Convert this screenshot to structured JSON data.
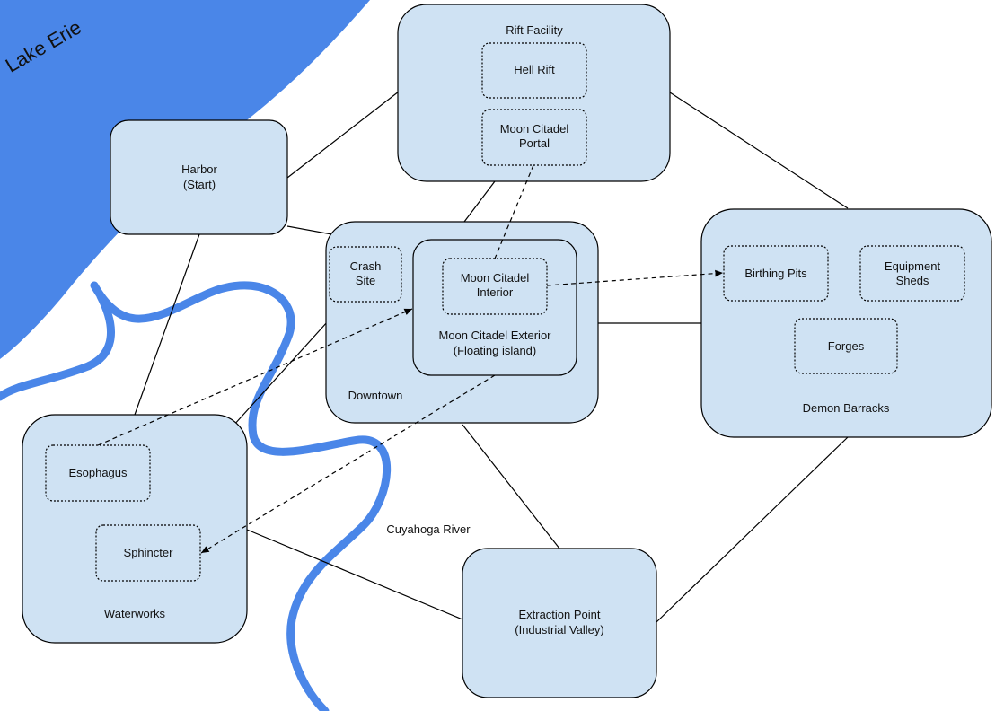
{
  "colors": {
    "water": "#4a86e8",
    "node_fill": "#cfe2f3",
    "node_stroke": "#000000",
    "edge": "#000000"
  },
  "labels": {
    "lake": "Lake Erie",
    "river": "Cuyahoga River"
  },
  "nodes": {
    "harbor": {
      "lines": [
        "Harbor",
        "(Start)"
      ]
    },
    "rift_facility": {
      "lines": [
        "Rift Facility"
      ]
    },
    "hell_rift": {
      "lines": [
        "Hell Rift"
      ]
    },
    "moon_citadel_portal": {
      "lines": [
        "Moon Citadel",
        "Portal"
      ]
    },
    "downtown": {
      "lines": [
        "Downtown"
      ]
    },
    "crash_site": {
      "lines": [
        "Crash",
        "Site"
      ]
    },
    "moon_citadel_exterior": {
      "lines": [
        "Moon Citadel Exterior",
        "(Floating island)"
      ]
    },
    "moon_citadel_interior": {
      "lines": [
        "Moon Citadel",
        "Interior"
      ]
    },
    "demon_barracks": {
      "lines": [
        "Demon Barracks"
      ]
    },
    "birthing_pits": {
      "lines": [
        "Birthing Pits"
      ]
    },
    "equipment_sheds": {
      "lines": [
        "Equipment",
        "Sheds"
      ]
    },
    "forges": {
      "lines": [
        "Forges"
      ]
    },
    "waterworks": {
      "lines": [
        "Waterworks"
      ]
    },
    "esophagus": {
      "lines": [
        "Esophagus"
      ]
    },
    "sphincter": {
      "lines": [
        "Sphincter"
      ]
    },
    "extraction_point": {
      "lines": [
        "Extraction Point",
        "(Industrial Valley)"
      ]
    }
  }
}
